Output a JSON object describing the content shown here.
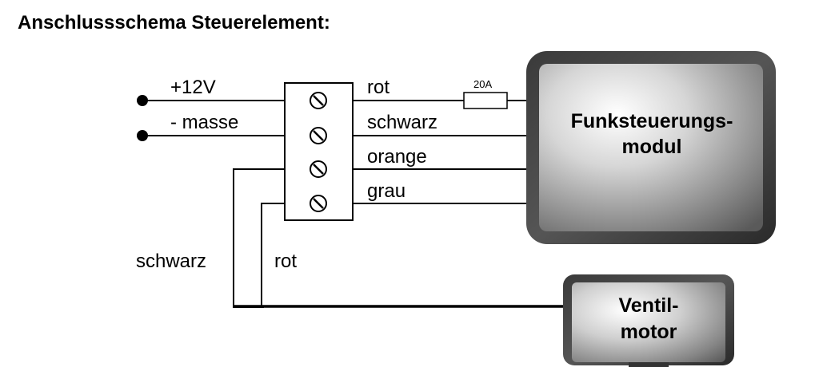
{
  "title": "Anschlussschema Steuerelement:",
  "inputs": {
    "plus12v": "+12V",
    "masse": "- masse"
  },
  "wires_right": {
    "rot": "rot",
    "schwarz": "schwarz",
    "orange": "orange",
    "grau": "grau"
  },
  "fuse": {
    "label": "20A"
  },
  "funk_module": {
    "line1": "Funksteuerungs-",
    "line2": "modul"
  },
  "motor": {
    "line1": "Ventil-",
    "line2": "motor"
  },
  "wires_bottom": {
    "schwarz": "schwarz",
    "rot": "rot"
  }
}
